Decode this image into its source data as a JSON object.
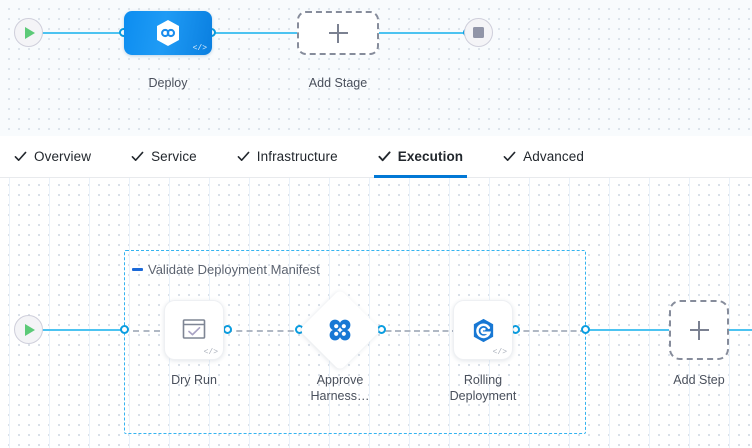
{
  "stage_canvas": {
    "start_node": {
      "name": "pipeline-start",
      "icon": "play-icon"
    },
    "end_node": {
      "name": "pipeline-end",
      "icon": "stop-icon"
    },
    "stages": [
      {
        "label": "Deploy",
        "icon": "harness-hexagon-icon",
        "badge": "</>"
      }
    ],
    "add_stage": {
      "label": "Add Stage",
      "icon": "plus-icon"
    }
  },
  "tabs": {
    "items": [
      {
        "label": "Overview",
        "icon": "check-icon",
        "active": false
      },
      {
        "label": "Service",
        "icon": "check-icon",
        "active": false
      },
      {
        "label": "Infrastructure",
        "icon": "check-icon",
        "active": false
      },
      {
        "label": "Execution",
        "icon": "check-icon",
        "active": true
      },
      {
        "label": "Advanced",
        "icon": "check-icon",
        "active": false
      }
    ]
  },
  "execution_canvas": {
    "start_node": {
      "name": "execution-start",
      "icon": "play-icon"
    },
    "group": {
      "label": "Validate Deployment Manifest",
      "collapse_icon": "minus-icon"
    },
    "steps": [
      {
        "label": "Dry Run",
        "icon": "dry-run-checkbox-icon",
        "badge": "</>",
        "shape": "rounded"
      },
      {
        "label": "Approve\nHarness…",
        "icon": "approval-clover-icon",
        "badge": "",
        "shape": "diamond"
      },
      {
        "label": "Rolling\nDeployment",
        "icon": "rolling-deployment-icon",
        "badge": "</>",
        "shape": "rounded"
      }
    ],
    "add_step": {
      "label": "Add Step",
      "icon": "plus-icon"
    }
  },
  "colors": {
    "accent_blue": "#0278d5",
    "connector_blue": "#4cc3f1",
    "dashed_gray": "#b0b8c4",
    "group_border": "#33b3f0",
    "play_green": "#5cca78"
  }
}
